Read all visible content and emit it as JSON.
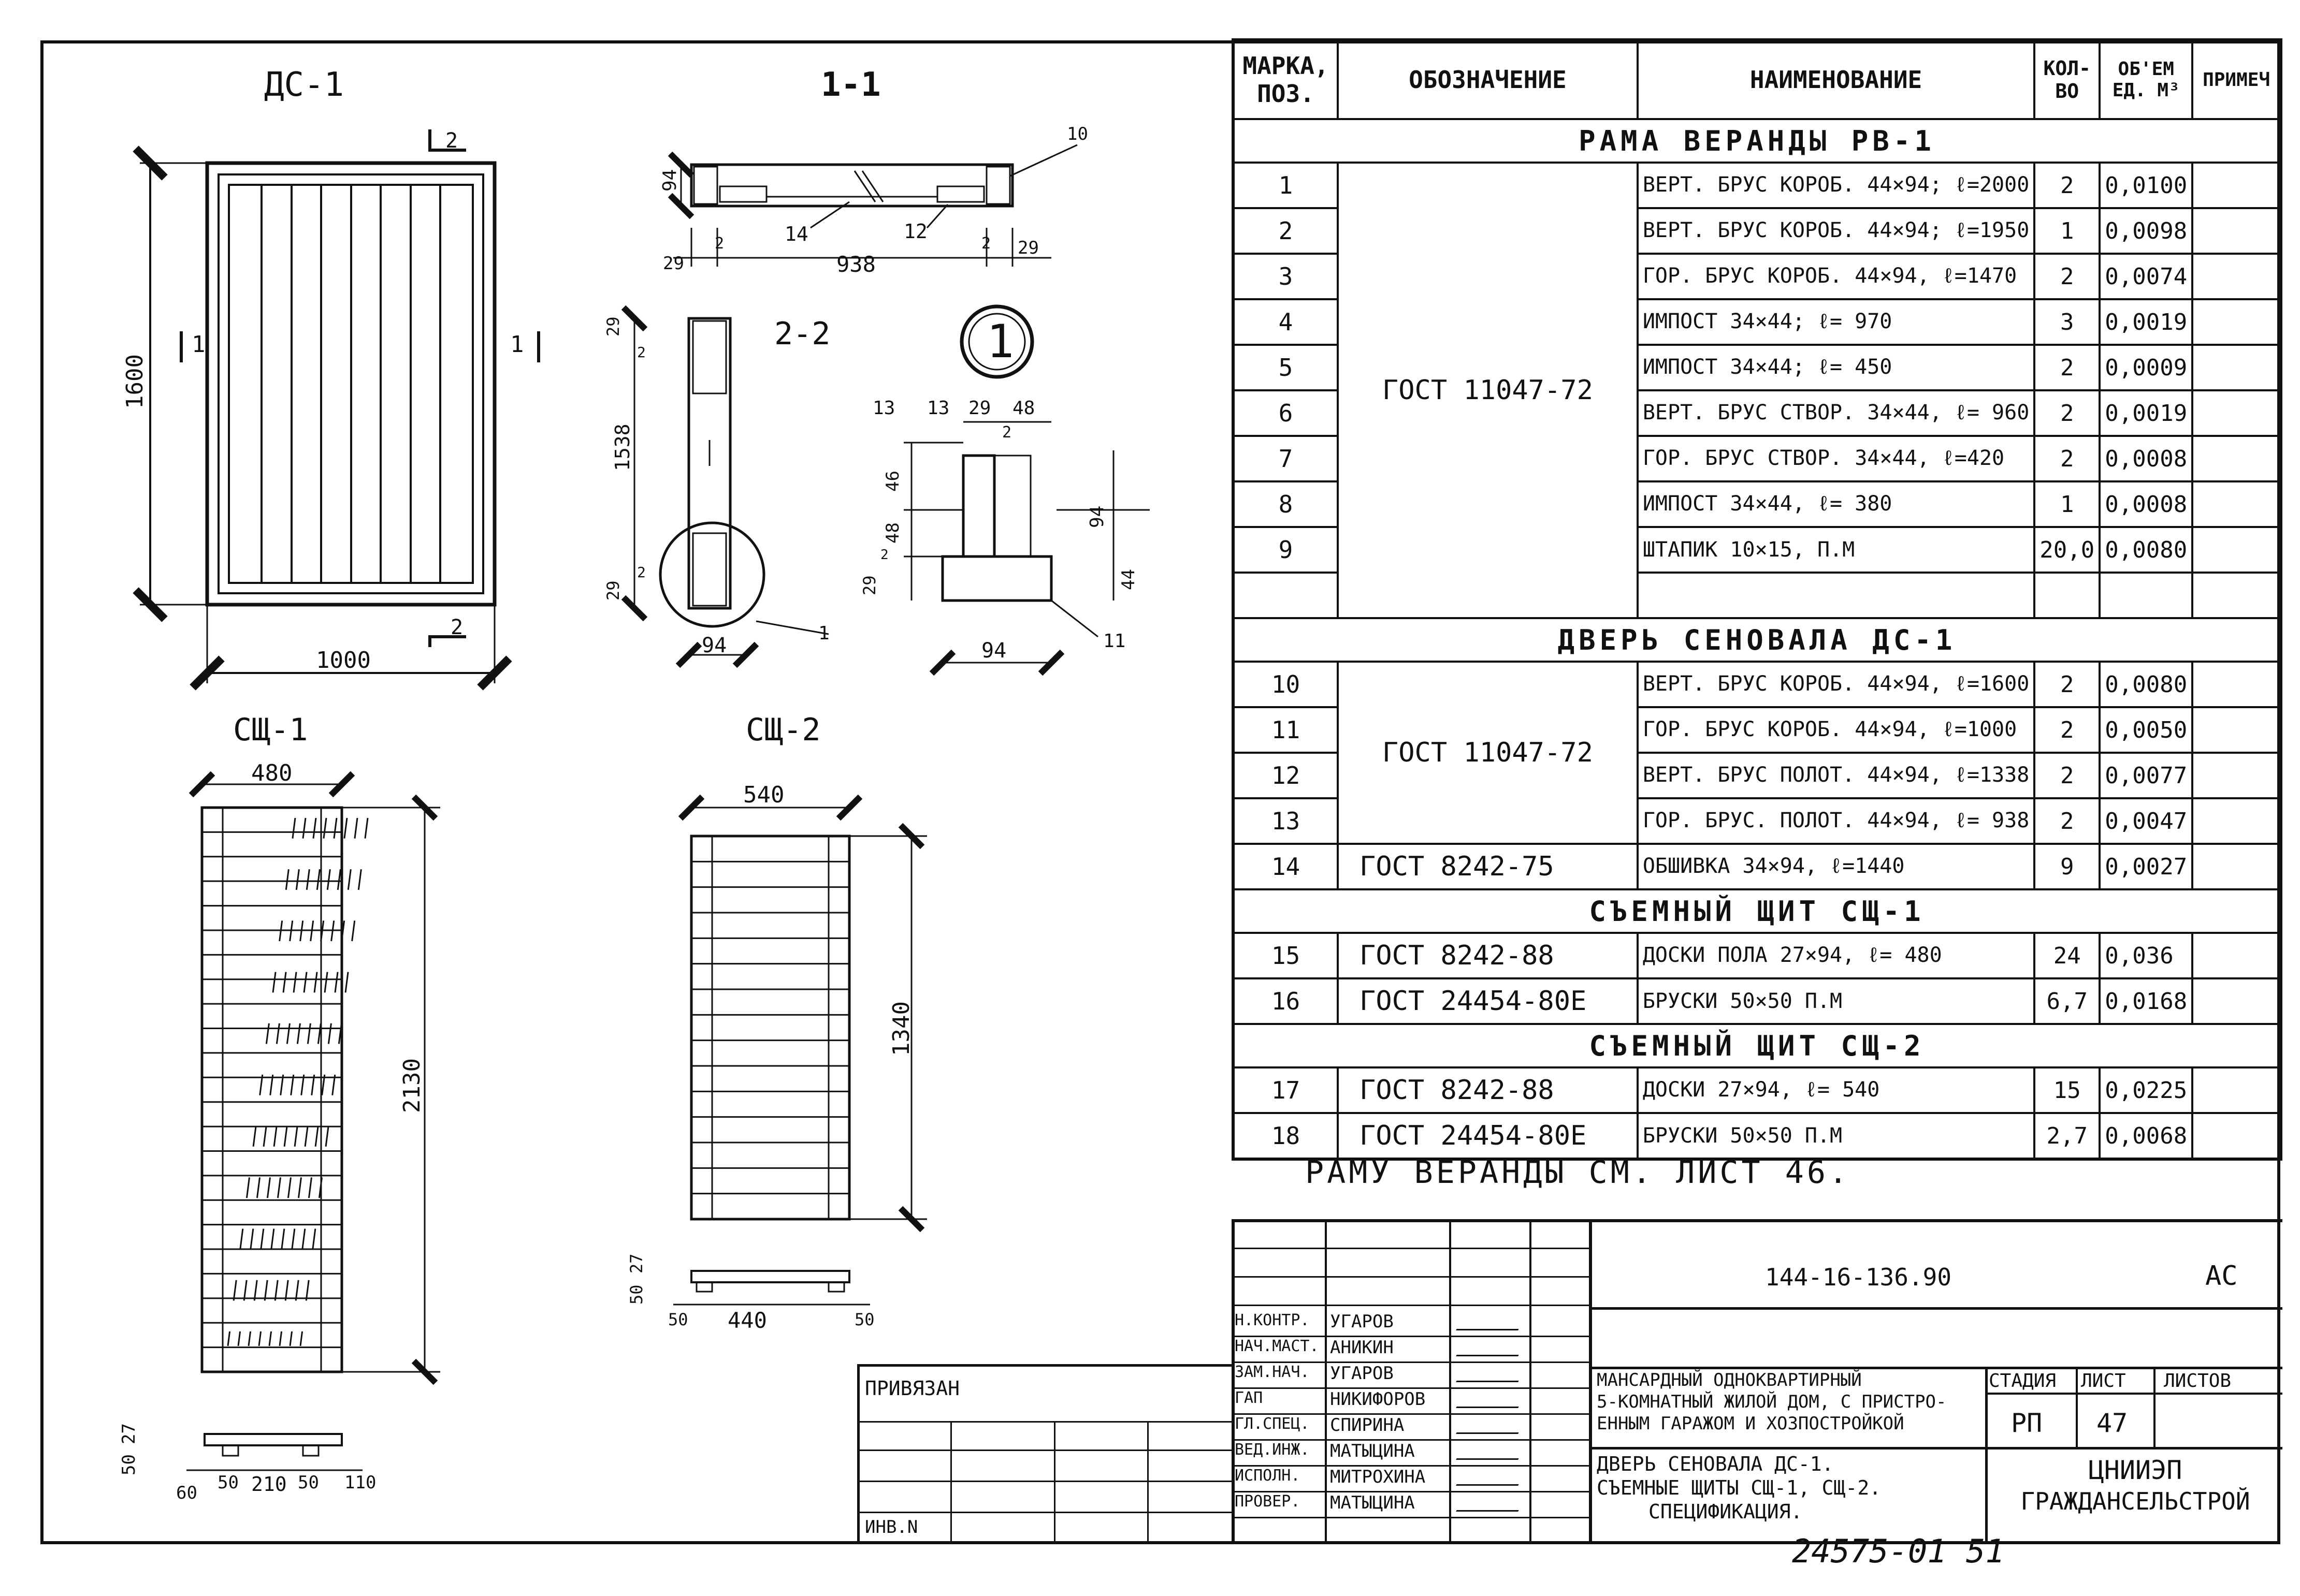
{
  "drawing": {
    "titles": {
      "ds1": "ДС-1",
      "sec11": "1-1",
      "sec22": "2-2",
      "sch1": "СЩ-1",
      "sch2": "СЩ-2",
      "callout": "1"
    },
    "dims": {
      "ds1_height": "1600",
      "ds1_width": "1000",
      "cut_mark_2": "2",
      "cut_mark_1": "1",
      "s11_94": "94",
      "s11_29a": "29",
      "s11_2a": "2",
      "s11_938": "938",
      "s11_2b": "2",
      "s11_29b": "29",
      "s11_10": "10",
      "s11_14": "14",
      "s11_12": "12",
      "s22_29a": "29",
      "s22_2a": "2",
      "s22_1538": "1538",
      "s22_29b": "29",
      "s22_2b": "2",
      "s22_94": "94",
      "s22_1": "1",
      "d_13a": "13",
      "d_13b": "13",
      "d_29": "29",
      "d_48a": "48",
      "d_2": "2",
      "d_46": "46",
      "d_48b": "48",
      "d_29b": "29",
      "d_2b": "2",
      "d_94a": "94",
      "d_44": "44",
      "d_94b": "94",
      "d_11": "11",
      "sch1_480": "480",
      "sch1_2130": "2130",
      "sch1_50": "50",
      "sch1_27": "27",
      "sch1_60": "60",
      "sch1_50b": "50",
      "sch1_210": "210",
      "sch1_50c": "50",
      "sch1_110": "110",
      "sch2_540": "540",
      "sch2_1340": "1340",
      "sch2_50": "50",
      "sch2_27": "27",
      "sch2_50b": "50",
      "sch2_440": "440",
      "sch2_50c": "50"
    }
  },
  "spec": {
    "headers": {
      "pos": "МАРКА, ПОЗ.",
      "designation": "ОБОЗНАЧЕНИЕ",
      "name": "НАИМЕНОВАНИЕ",
      "qty": "КОЛ-ВО",
      "vol": "ОБ'ЕМ ЕД. М³",
      "note": "ПРИМЕЧ"
    },
    "sections": [
      {
        "title": "РАМА ВЕРАНДЫ РВ-1",
        "designation": "ГОСТ 11047-72",
        "rows": [
          {
            "pos": "1",
            "name": "ВЕРТ. БРУС КОРОБ. 44×94; ℓ=2000",
            "qty": "2",
            "vol": "0,0100"
          },
          {
            "pos": "2",
            "name": "ВЕРТ. БРУС КОРОБ. 44×94; ℓ=1950",
            "qty": "1",
            "vol": "0,0098"
          },
          {
            "pos": "3",
            "name": "ГОР. БРУС КОРОБ. 44×94, ℓ=1470",
            "qty": "2",
            "vol": "0,0074"
          },
          {
            "pos": "4",
            "name": "ИМПОСТ 34×44; ℓ= 970",
            "qty": "3",
            "vol": "0,0019"
          },
          {
            "pos": "5",
            "name": "ИМПОСТ 34×44; ℓ= 450",
            "qty": "2",
            "vol": "0,0009"
          },
          {
            "pos": "6",
            "name": "ВЕРТ. БРУС СТВОР. 34×44, ℓ= 960",
            "qty": "2",
            "vol": "0,0019"
          },
          {
            "pos": "7",
            "name": "ГОР. БРУС СТВОР. 34×44, ℓ=420",
            "qty": "2",
            "vol": "0,0008"
          },
          {
            "pos": "8",
            "name": "ИМПОСТ 34×44, ℓ= 380",
            "qty": "1",
            "vol": "0,0008"
          },
          {
            "pos": "9",
            "name": "ШТАПИК 10×15, П.М",
            "qty": "20,0",
            "vol": "0,0080"
          },
          {
            "pos": "",
            "name": "",
            "qty": "",
            "vol": ""
          }
        ]
      },
      {
        "title": "ДВЕРЬ СЕНОВАЛА ДС-1",
        "designation": "ГОСТ 11047-72",
        "rows": [
          {
            "pos": "10",
            "name": "ВЕРТ. БРУС КОРОБ. 44×94, ℓ=1600",
            "qty": "2",
            "vol": "0,0080"
          },
          {
            "pos": "11",
            "name": "ГОР. БРУС КОРОБ. 44×94, ℓ=1000",
            "qty": "2",
            "vol": "0,0050"
          },
          {
            "pos": "12",
            "name": "ВЕРТ. БРУС ПОЛОТ. 44×94, ℓ=1338",
            "qty": "2",
            "vol": "0,0077"
          },
          {
            "pos": "13",
            "name": "ГОР. БРУС. ПОЛОТ. 44×94, ℓ= 938",
            "qty": "2",
            "vol": "0,0047"
          }
        ],
        "extra": {
          "pos": "14",
          "designation": "ГОСТ 8242-75",
          "name": "ОБШИВКА 34×94, ℓ=1440",
          "qty": "9",
          "vol": "0,0027"
        }
      },
      {
        "title": "СЪЕМНЫЙ ЩИТ СЩ-1",
        "rows": [
          {
            "pos": "15",
            "designation": "ГОСТ 8242-88",
            "name": "ДОСКИ ПОЛА 27×94, ℓ= 480",
            "qty": "24",
            "vol": "0,036"
          },
          {
            "pos": "16",
            "designation": "ГОСТ 24454-80Е",
            "name": "БРУСКИ 50×50 П.М",
            "qty": "6,7",
            "vol": "0,0168"
          }
        ]
      },
      {
        "title": "СЪЕМНЫЙ ЩИТ СЩ-2",
        "rows": [
          {
            "pos": "17",
            "designation": "ГОСТ 8242-88",
            "name": "ДОСКИ 27×94, ℓ= 540",
            "qty": "15",
            "vol": "0,0225"
          },
          {
            "pos": "18",
            "designation": "ГОСТ 24454-80Е",
            "name": "БРУСКИ 50×50 П.М",
            "qty": "2,7",
            "vol": "0,0068"
          }
        ]
      }
    ]
  },
  "note": "РАМУ ВЕРАНДЫ СМ. ЛИСТ 46.",
  "title_block": {
    "code": "144-16-136.90",
    "mark": "АС",
    "project": "МАНСАРДНЫЙ ОДНОКВАРТИРНЫЙ 5-КОМНАТНЫЙ ЖИЛОЙ ДОМ, С ПРИСТРОЕННЫМ ГАРАЖОМ И ХОЗПОСТРОЙКОЙ",
    "project_lines": [
      "МАНСАРДНЫЙ ОДНОКВАРТИРНЫЙ",
      "5-КОМНАТНЫЙ ЖИЛОЙ ДОМ, С ПРИСТРО-",
      "ЕННЫМ ГАРАЖОМ И ХОЗПОСТРОЙКОЙ"
    ],
    "sheet_title_lines": [
      "ДВЕРЬ СЕНОВАЛА ДС-1.",
      "СЪЕМНЫЕ ЩИТЫ СЩ-1, СЩ-2.",
      "СПЕЦИФИКАЦИЯ."
    ],
    "stage_label": "СТАДИЯ",
    "sheet_label": "ЛИСТ",
    "sheets_label": "ЛИСТОВ",
    "stage": "РП",
    "sheet": "47",
    "sheets": "",
    "org_lines": [
      "ЦНИИЭП",
      "ГРАЖДАНСЕЛЬСТРОЙ"
    ],
    "privyazan": "ПРИВЯЗАН",
    "inv": "ИНВ.N",
    "people": [
      {
        "role": "Н.КОНТР.",
        "name": "УГАРОВ"
      },
      {
        "role": "НАЧ.МАСТ.",
        "name": "АНИКИН"
      },
      {
        "role": "ЗАМ.НАЧ.",
        "name": "УГАРОВ"
      },
      {
        "role": "ГАП",
        "name": "НИКИФОРОВ"
      },
      {
        "role": "ГЛ.СПЕЦ.",
        "name": "СПИРИНА"
      },
      {
        "role": "ВЕД.ИНЖ.",
        "name": "МАТЫЦИНА"
      },
      {
        "role": "ИСПОЛН.",
        "name": "МИТРОХИНА"
      },
      {
        "role": "ПРОВЕР.",
        "name": "МАТЫЦИНА"
      }
    ],
    "archive": "24575-01 51"
  }
}
